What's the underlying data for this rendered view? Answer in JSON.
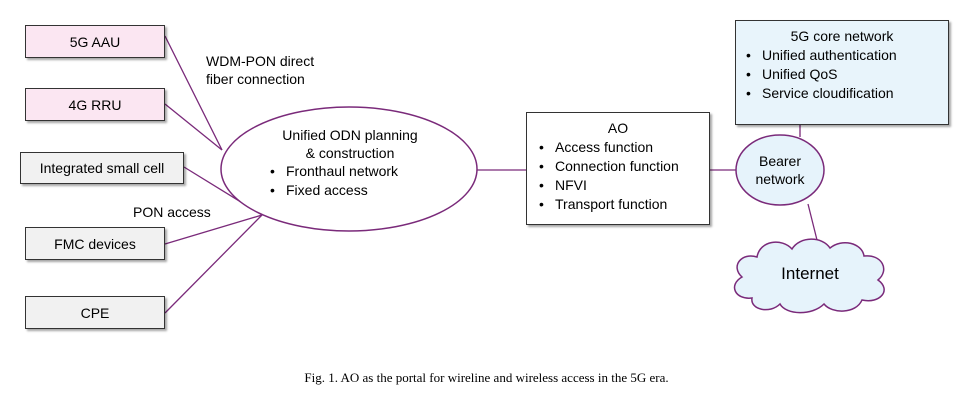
{
  "left_nodes": {
    "aau": "5G AAU",
    "rru": "4G RRU",
    "small_cell": "Integrated small cell",
    "fmc": "FMC devices",
    "cpe": "CPE"
  },
  "links": {
    "wdm_pon_line1": "WDM-PON direct",
    "wdm_pon_line2": "fiber connection",
    "pon_access": "PON access"
  },
  "odn": {
    "title_line1": "Unified ODN planning",
    "title_line2": "& construction",
    "items": [
      "Fronthaul network",
      "Fixed access"
    ]
  },
  "ao": {
    "title": "AO",
    "items": [
      "Access function",
      "Connection function",
      "NFVI",
      "Transport function"
    ]
  },
  "core": {
    "title": "5G core network",
    "items": [
      "Unified authentication",
      "Unified QoS",
      "Service cloudification"
    ]
  },
  "bearer": {
    "line1": "Bearer",
    "line2": "network"
  },
  "internet": "Internet",
  "caption": "Fig. 1. AO as the portal for wireline and wireless access in the 5G era.",
  "colors": {
    "line": "#7a2a7a",
    "pink_box": "#fbe6f2",
    "gray_box": "#f1f1f1",
    "core_box": "#e8f4fb",
    "cloud": "#e6f3fb"
  }
}
